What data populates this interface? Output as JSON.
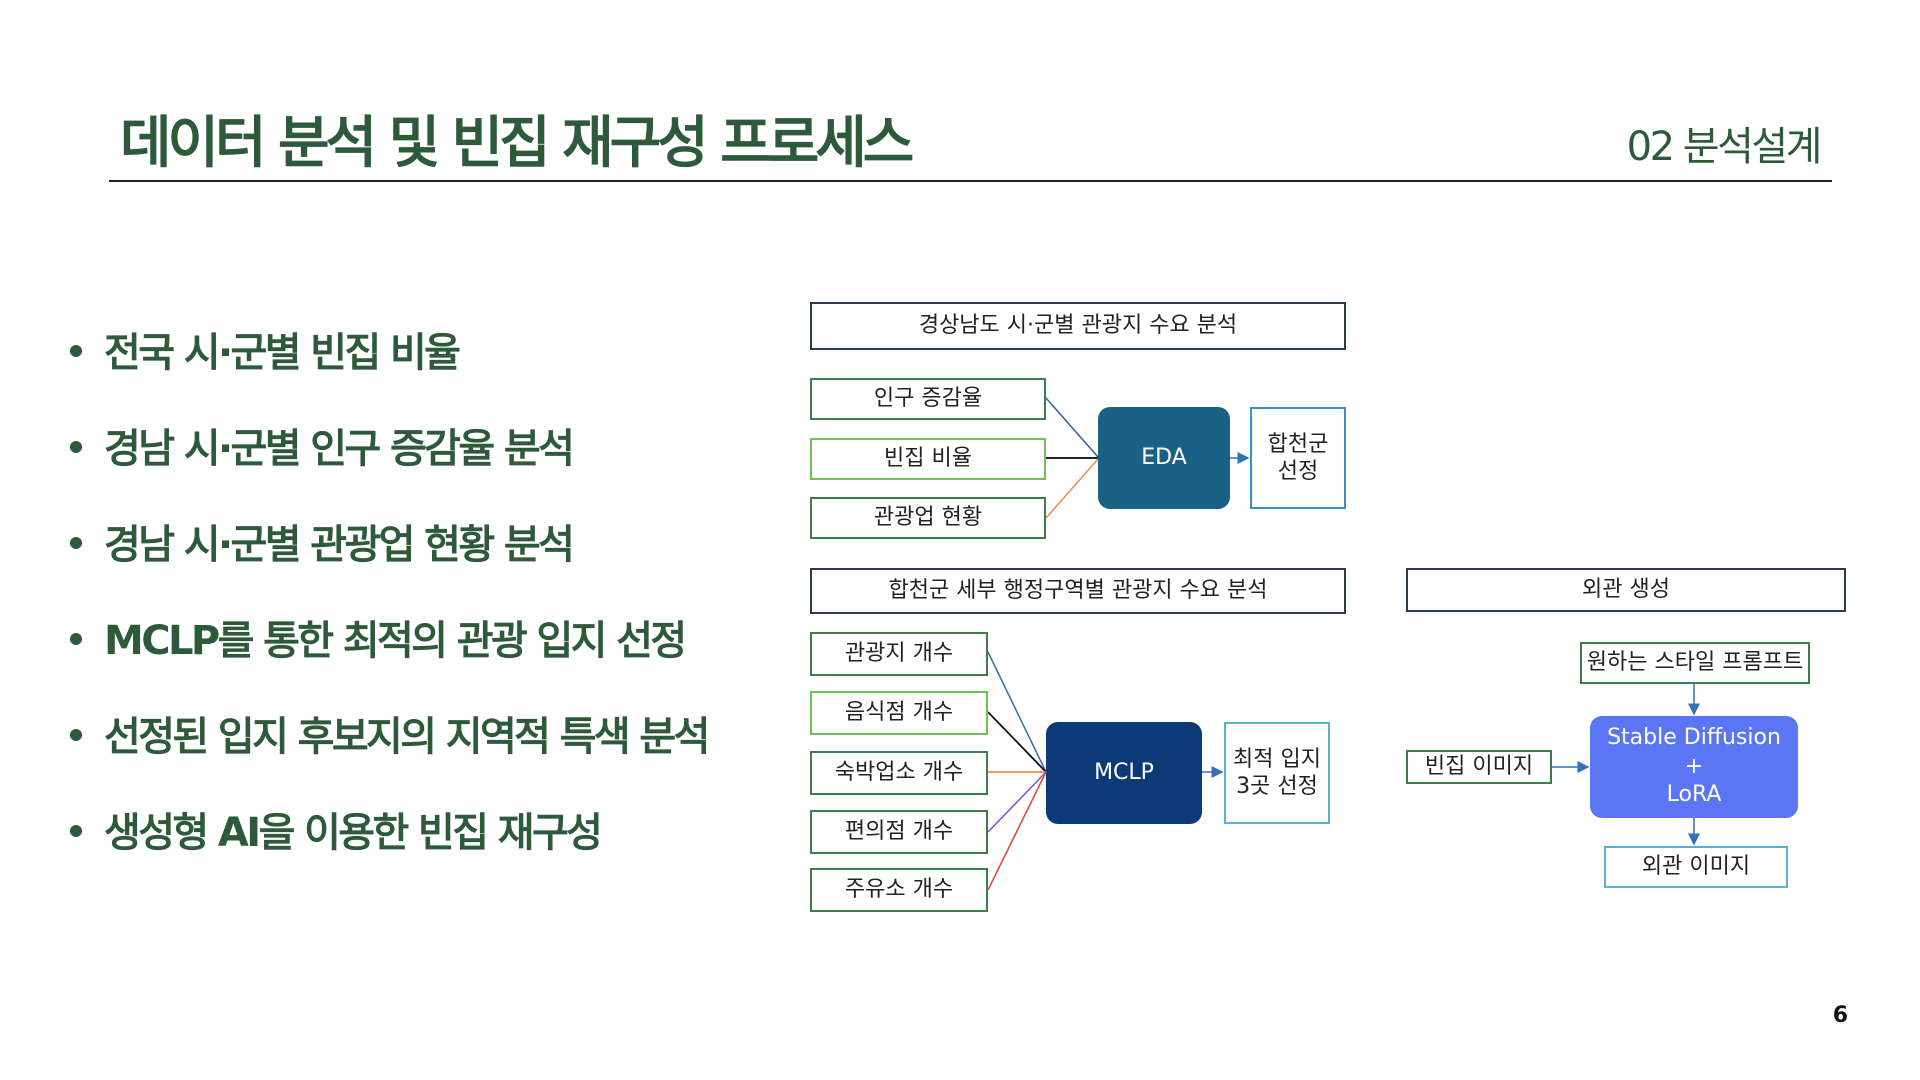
{
  "slide": {
    "title": "데이터 분석 및 빈집 재구성 프로세스",
    "section": "02 분석설계",
    "page_number": "6"
  },
  "bullets": [
    "전국 시·군별 빈집 비율",
    "경남 시·군별 인구 증감율 분석",
    "경남 시·군별 관광업 현황 분석",
    "MCLP를 통한 최적의 관광 입지 선정",
    "선정된 입지 후보지의 지역적 특색 분석",
    "생성형 AI을 이용한 빈집 재구성"
  ],
  "diagram": {
    "section1": {
      "header": "경상남도 시·군별 관광지 수요 분석",
      "inputs": [
        "인구 증감율",
        "빈집 비율",
        "관광업 현황"
      ],
      "node": "EDA",
      "output": [
        "합천군",
        "선정"
      ]
    },
    "section2": {
      "header": "합천군 세부 행정구역별 관광지 수요 분석",
      "inputs": [
        "관광지 개수",
        "음식점 개수",
        "숙박업소 개수",
        "편의점 개수",
        "주유소 개수"
      ],
      "node": "MCLP",
      "output": [
        "최적 입지",
        "3곳 선정"
      ]
    },
    "section3": {
      "header": "외관 생성",
      "prompt": "원하는 스타일 프롬프트",
      "input": "빈집 이미지",
      "node": [
        "Stable Diffusion",
        "+",
        "LoRA"
      ],
      "output": "외관 이미지"
    }
  },
  "colors": {
    "title_green": "#2e5a3c",
    "eda_node": "#1a6186",
    "mclp_node": "#0c3a78",
    "sd_node": "#5b76f5"
  }
}
